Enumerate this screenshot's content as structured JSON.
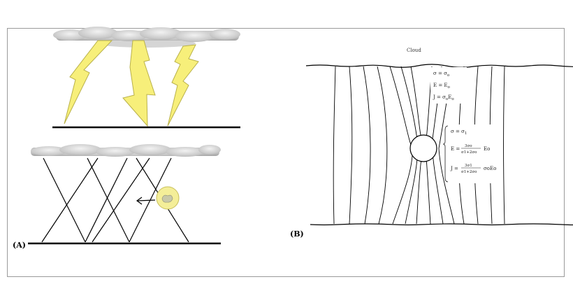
{
  "panel_a": {
    "tag": "(A)"
  },
  "panel_b": {
    "tag": "(B)",
    "cloud_label": "Cloud",
    "outside": {
      "sigma": "σ = σ",
      "sigma_sub": "o",
      "e": "E = E",
      "e_sub": "o",
      "j": "J = σ",
      "j_sub1": "o",
      "j_mid": "E",
      "j_sub2": "o"
    },
    "inside": {
      "sigma": "σ = σ",
      "sigma_sub": "1",
      "e_lhs": "E =",
      "e_num": "3σo",
      "e_den": "σ1+2σo",
      "e_tail": "Eo",
      "j_lhs": "J =",
      "j_num": "3σ1",
      "j_den": "σ1+2σo",
      "j_tail": "σoEo"
    }
  },
  "colors": {
    "lightning_fill": "#f7ef7a",
    "lightning_stroke": "#b9b14a",
    "cloud": "#c9c9c9",
    "particle": "#f4ee98",
    "ground": "#000000"
  }
}
